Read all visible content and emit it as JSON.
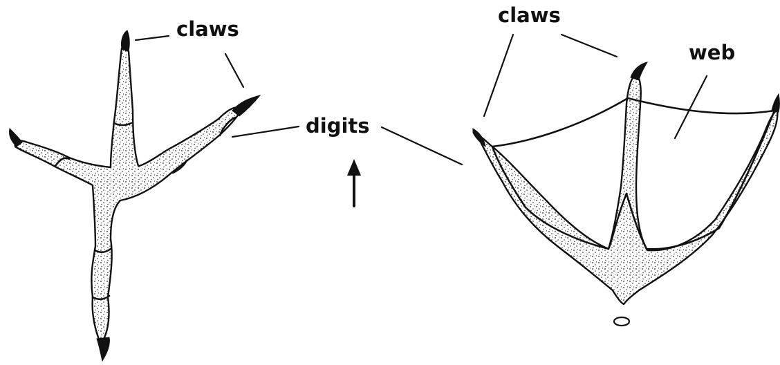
{
  "labels": {
    "claws_left": "claws",
    "claws_right": "claws",
    "digits": "digits",
    "web": "web"
  },
  "colors": {
    "ink": "#111111",
    "paper": "#ffffff"
  },
  "icons": {
    "direction_arrow": "up-arrow-icon"
  }
}
